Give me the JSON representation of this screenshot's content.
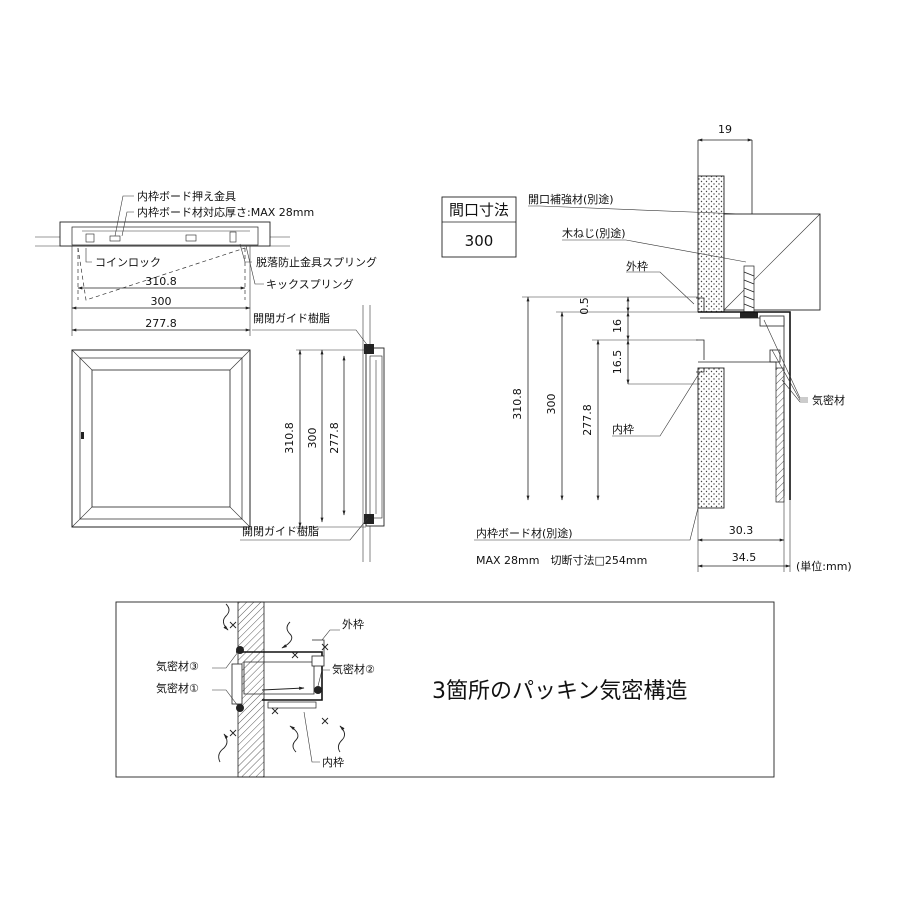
{
  "plan_view": {
    "label_inner_board_clamp": "内枠ボード押え金具",
    "label_board_thickness": "内枠ボード材対応厚さ:MAX 28mm",
    "label_coin_lock": "コインロック",
    "label_fall_spring": "脱落防止金具スプリング",
    "label_kick_spring": "キックスプリング",
    "dim_310_8": "310.8",
    "dim_300": "300",
    "dim_277_8": "277.8"
  },
  "side_view": {
    "label_guide_top": "開閉ガイド樹脂",
    "label_guide_bottom": "開閉ガイド樹脂",
    "dim_310_8": "310.8",
    "dim_300": "300",
    "dim_277_8": "277.8"
  },
  "opening_box": {
    "title": "間口寸法",
    "value": "300"
  },
  "section_view": {
    "dim_19": "19",
    "label_reinforcement": "開口補強材(別途)",
    "label_wood_screw": "木ねじ(別途)",
    "label_outer_frame": "外枠",
    "label_inner_frame": "内枠",
    "label_airtight": "気密材",
    "dim_0_5": "0.5",
    "dim_16": "16",
    "dim_16_5": "16.5",
    "dim_310_8": "310.8",
    "dim_300": "300",
    "dim_277_8": "277.8",
    "label_inner_board": "内枠ボード材(別途)",
    "label_board_spec": "MAX 28mm　切断寸法□254mm",
    "dim_30_3": "30.3",
    "dim_34_5": "34.5",
    "unit": "(単位:mm)"
  },
  "packing_detail": {
    "label_outer": "外枠",
    "label_inner": "内枠",
    "label_seal_1": "気密材①",
    "label_seal_2": "気密材②",
    "label_seal_3": "気密材③",
    "headline": "3箇所のパッキン気密構造"
  }
}
